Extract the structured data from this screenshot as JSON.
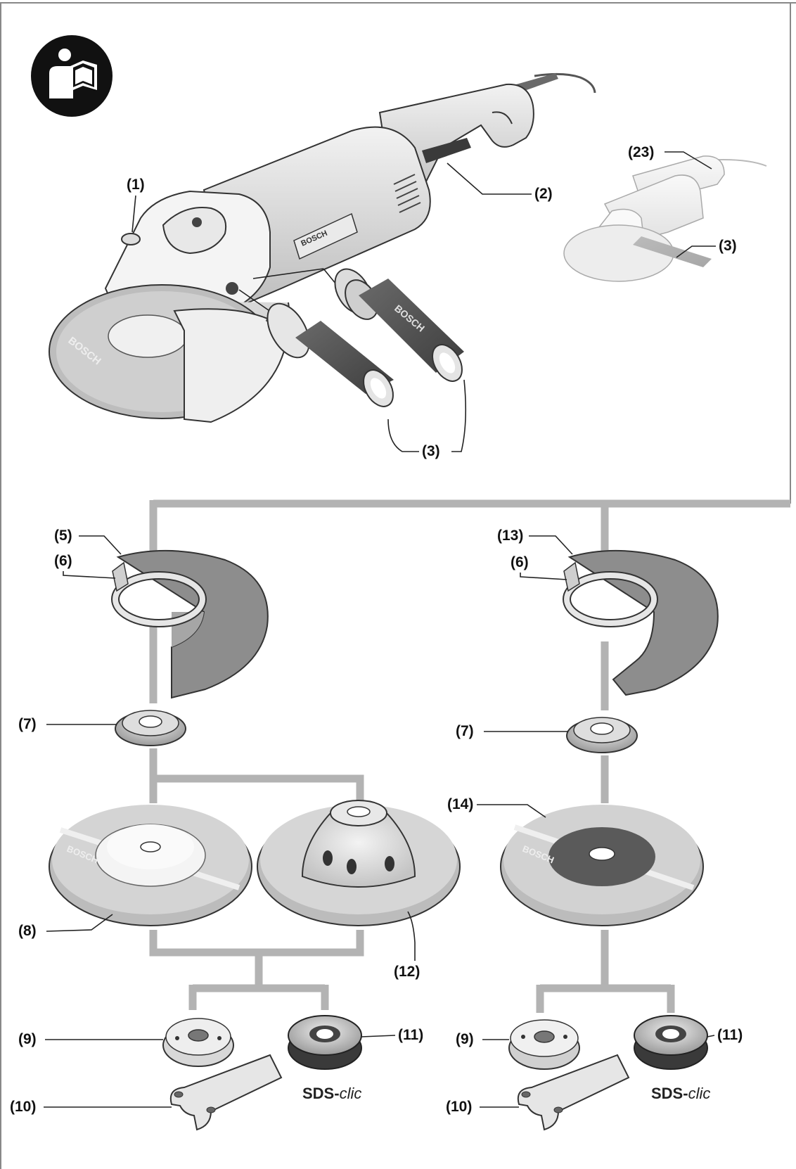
{
  "labels": {
    "l1": "(1)",
    "l2": "(2)",
    "l3": "(3)",
    "l3b": "(3)",
    "l23": "(23)",
    "l5": "(5)",
    "l6": "(6)",
    "l6b": "(6)",
    "l13": "(13)",
    "l7": "(7)",
    "l7b": "(7)",
    "l8": "(8)",
    "l12": "(12)",
    "l14": "(14)",
    "l9": "(9)",
    "l9b": "(9)",
    "l10": "(10)",
    "l10b": "(10)",
    "l11": "(11)",
    "l11b": "(11)"
  },
  "brand": {
    "grinder_logo": "BOSCH",
    "handle_logo": "BOSCH",
    "disc_logo": "BOSCH",
    "disc_logo_2": "BOSCH",
    "disc_logo_3": "BOSCH"
  },
  "sds": {
    "left_prefix": "SDS-",
    "left_suffix": "clic",
    "right_prefix": "SDS-",
    "right_suffix": "clic"
  },
  "icons": {
    "manual": "read-manual-icon"
  },
  "colors": {
    "tree": "#b3b3b3",
    "ink": "#222222",
    "guard_dark": "#8a8a8a",
    "disc": "#d2d2d2"
  }
}
